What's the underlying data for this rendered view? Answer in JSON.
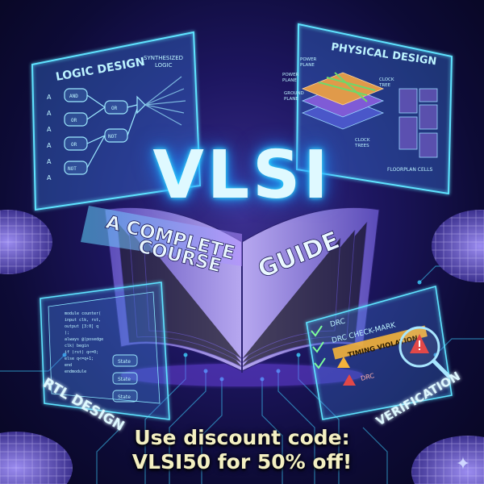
{
  "title": "VLSI",
  "subtitle": {
    "left": [
      "A COMPLETE",
      "COURSE"
    ],
    "right": "GUIDE"
  },
  "promo": {
    "line1": "Use discount code:",
    "line2": "VLSI50 for 50% off!"
  },
  "panels": {
    "logic_design": {
      "title": "LOGIC DESIGN",
      "annotation": [
        "SYNTHESIZED",
        "LOGIC"
      ],
      "gates": [
        "AND",
        "OR",
        "OR",
        "NOT",
        "OR",
        "NOT"
      ],
      "inputs": [
        "A",
        "A",
        "A",
        "A",
        "A",
        "A"
      ]
    },
    "physical_design": {
      "title": "PHYSICAL DESIGN",
      "labels": {
        "power_plane": [
          "POWER",
          "PLANE"
        ],
        "power_plane_2": [
          "POWER",
          "PLANE"
        ],
        "ground_plane": [
          "GROUND",
          "PLANE"
        ],
        "clock_tree": [
          "CLOCK",
          "TREE"
        ],
        "clock_trees": [
          "CLOCK",
          "TREES"
        ],
        "floorplan": "FLOORPLAN CELLS"
      }
    },
    "rtl_design": {
      "title": "RTL DESIGN",
      "code_lines": [
        "module counter(",
        "  input clk, rst,",
        "  output [3:0] q",
        ");",
        "always @(posedge",
        "  clk) begin",
        "  if (rst) q<=0;",
        "  else q<=q+1;",
        "end",
        "endmodule"
      ],
      "fsm_states": [
        "State",
        "State",
        "State"
      ]
    },
    "verification": {
      "title": "VERIFICATION",
      "items": [
        "DRC",
        "DRC CHECK-MARK",
        "TIMING VIOLATION",
        "DRC"
      ]
    }
  },
  "colors": {
    "accent_cyan": "#35e0ff",
    "accent_purple": "#8b5cf6",
    "promo_text": "#f4f0c2",
    "warning": "#f4b23a",
    "error": "#e24848"
  },
  "icons": [
    "sparkle-icon",
    "magnifier-icon",
    "warning-icon",
    "error-icon",
    "checkmark-icon"
  ]
}
